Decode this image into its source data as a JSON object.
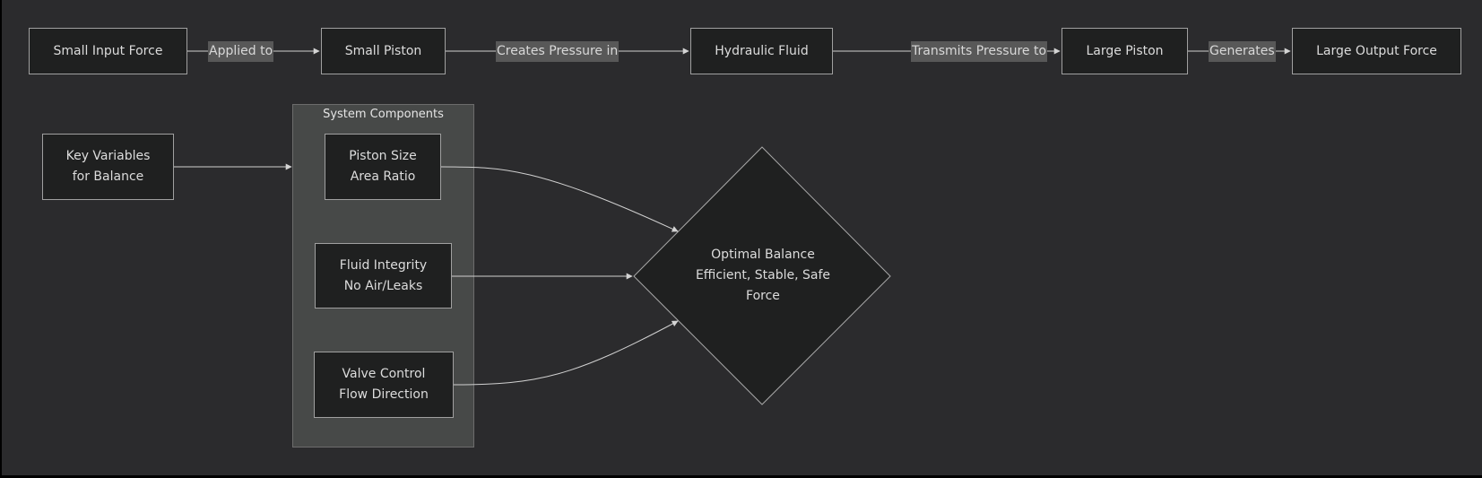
{
  "flow_top": {
    "nodes": [
      {
        "id": "small_input_force",
        "label": "Small Input Force"
      },
      {
        "id": "small_piston",
        "label": "Small Piston"
      },
      {
        "id": "hydraulic_fluid",
        "label": "Hydraulic Fluid"
      },
      {
        "id": "large_piston",
        "label": "Large Piston"
      },
      {
        "id": "large_output_force",
        "label": "Large Output Force"
      }
    ],
    "edges": [
      {
        "from": "small_input_force",
        "to": "small_piston",
        "label": "Applied to"
      },
      {
        "from": "small_piston",
        "to": "hydraulic_fluid",
        "label": "Creates Pressure in"
      },
      {
        "from": "hydraulic_fluid",
        "to": "large_piston",
        "label": "Transmits Pressure to"
      },
      {
        "from": "large_piston",
        "to": "large_output_force",
        "label": "Generates"
      }
    ]
  },
  "key_variables": {
    "line1": "Key Variables",
    "line2": "for Balance"
  },
  "subgraph": {
    "title": "System Components",
    "nodes": [
      {
        "id": "piston_size",
        "line1": "Piston Size",
        "line2": "Area Ratio"
      },
      {
        "id": "fluid_integrity",
        "line1": "Fluid Integrity",
        "line2": "No Air/Leaks"
      },
      {
        "id": "valve_control",
        "line1": "Valve Control",
        "line2": "Flow Direction"
      }
    ]
  },
  "decision": {
    "id": "optimal_balance",
    "line1": "Optimal Balance",
    "line2": "Efficient, Stable, Safe",
    "line3": "Force"
  },
  "colors": {
    "background": "#2b2b2d",
    "node_fill": "#1f2020",
    "node_stroke": "#a0a0a0",
    "edge_label_bg": "#585858",
    "subgraph_fill": "#474948",
    "line": "#d0d0d0"
  }
}
